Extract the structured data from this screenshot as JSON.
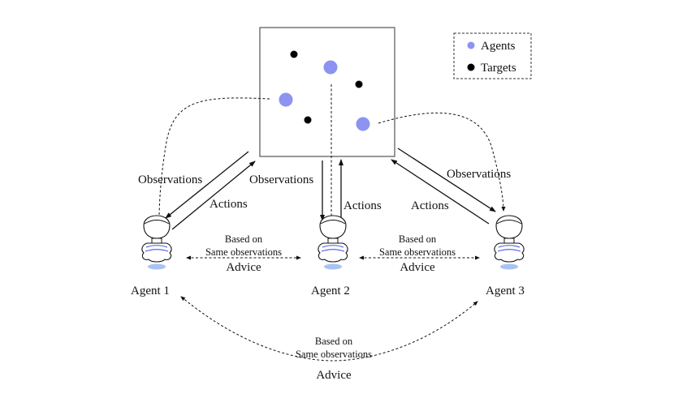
{
  "legend": {
    "items": [
      {
        "label": "Agents",
        "color": "#8c93f0"
      },
      {
        "label": "Targets",
        "color": "#000000"
      }
    ]
  },
  "environment": {
    "agents_color": "#8c93f0",
    "targets_color": "#000000",
    "agent_count": 3,
    "target_count": 3
  },
  "agents": [
    {
      "label": "Agent 1"
    },
    {
      "label": "Agent 2"
    },
    {
      "label": "Agent 3"
    }
  ],
  "links": {
    "observations_label": "Observations",
    "actions_label": "Actions",
    "advice": {
      "line1": "Based on",
      "line2": "Same observations",
      "line3": "Advice"
    }
  },
  "colors": {
    "robot_stripe": "#4a5ad8",
    "robot_shadow": "#a9c4f2",
    "line": "#111111",
    "box_border": "#555555"
  }
}
